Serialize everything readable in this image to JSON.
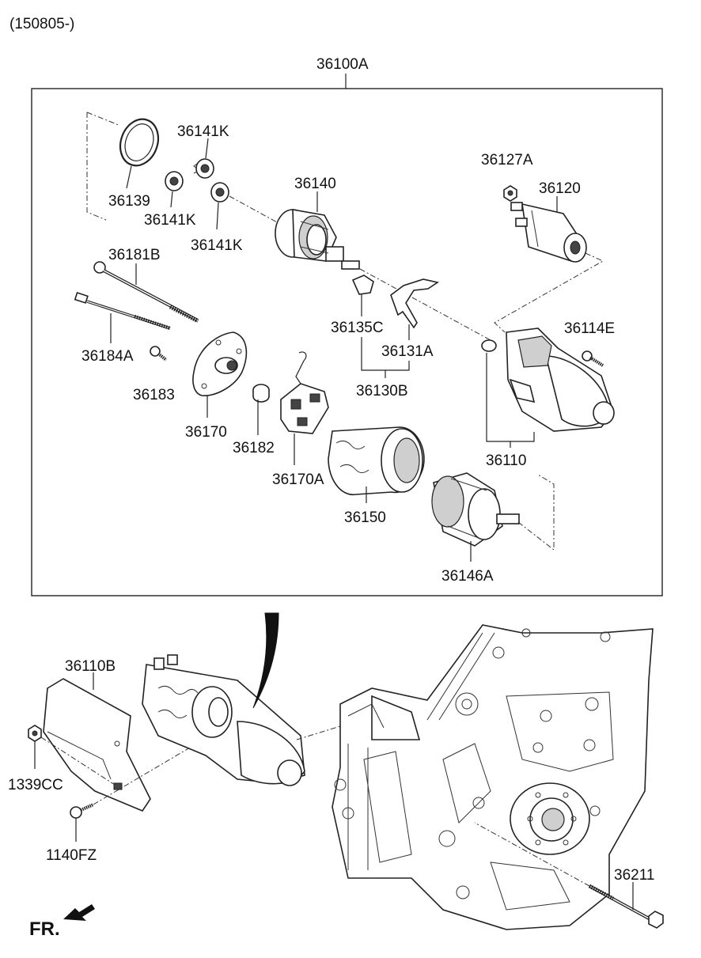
{
  "header": {
    "date_range": "(150805-)"
  },
  "assembly": {
    "number": "36100A"
  },
  "parts": {
    "p36141K_a": "36141K",
    "p36141K_b": "36141K",
    "p36141K_c": "36141K",
    "p36139": "36139",
    "p36140": "36140",
    "p36127A": "36127A",
    "p36120": "36120",
    "p36181B": "36181B",
    "p36184A": "36184A",
    "p36183": "36183",
    "p36170": "36170",
    "p36182": "36182",
    "p36170A": "36170A",
    "p36135C": "36135C",
    "p36131A": "36131A",
    "p36130B": "36130B",
    "p36114E": "36114E",
    "p36110": "36110",
    "p36150": "36150",
    "p36146A": "36146A",
    "p36110B": "36110B",
    "p1339CC": "1339CC",
    "p1140FZ": "1140FZ",
    "p36211": "36211"
  },
  "direction": {
    "label": "FR."
  }
}
